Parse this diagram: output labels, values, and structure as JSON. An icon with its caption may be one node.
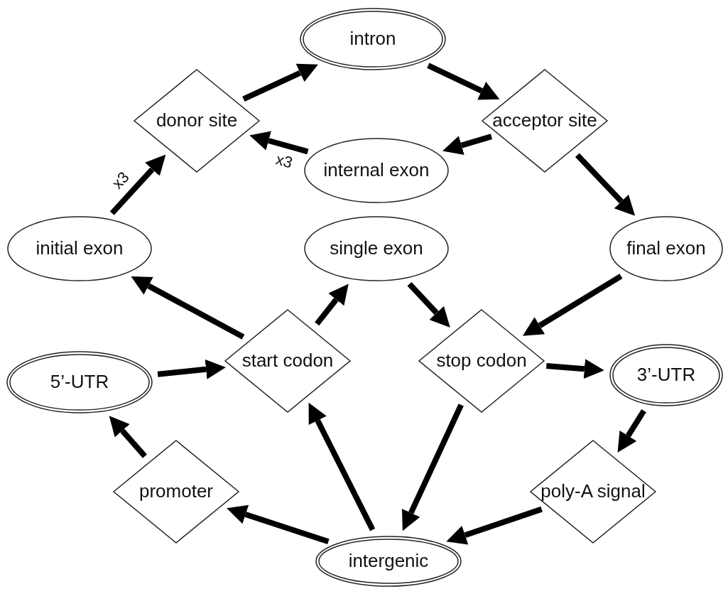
{
  "diagram": {
    "nodes": [
      {
        "text": [
          "intron"
        ]
      },
      {
        "text": [
          "donor site"
        ]
      },
      {
        "text": [
          "acceptor site"
        ]
      },
      {
        "text": [
          "internal exon"
        ]
      },
      {
        "text": [
          "initial exon"
        ]
      },
      {
        "text": [
          "single exon"
        ]
      },
      {
        "text": [
          "final exon"
        ]
      },
      {
        "text": [
          "start codon"
        ]
      },
      {
        "text": [
          "stop codon"
        ]
      },
      {
        "text": [
          "5’-UTR"
        ]
      },
      {
        "text": [
          "3’-UTR"
        ]
      },
      {
        "text": [
          "promoter"
        ]
      },
      {
        "text": [
          "poly-A signal"
        ]
      },
      {
        "text": [
          "intergenic"
        ]
      }
    ],
    "edges": [
      {
        "from": 1,
        "to": 0,
        "arrow": "to"
      },
      {
        "from": 0,
        "to": 2,
        "arrow": "to"
      },
      {
        "from": 2,
        "to": 3,
        "arrow": "to"
      },
      {
        "from": 2,
        "to": 6,
        "arrow": "to"
      },
      {
        "from": 3,
        "to": 1,
        "arrow": "to",
        "label": "x3"
      },
      {
        "from": 4,
        "to": 1,
        "arrow": "to",
        "label": "x3"
      },
      {
        "from": 7,
        "to": 4,
        "arrow": "to"
      },
      {
        "from": 7,
        "to": 5,
        "arrow": "to"
      },
      {
        "from": 5,
        "to": 8,
        "arrow": "to"
      },
      {
        "from": 6,
        "to": 8,
        "arrow": "to"
      },
      {
        "from": 9,
        "to": 7,
        "arrow": "to"
      },
      {
        "from": 8,
        "to": 10,
        "arrow": "to"
      },
      {
        "from": 10,
        "to": 12,
        "arrow": "to"
      },
      {
        "from": 8,
        "to": 13,
        "arrow": "to"
      },
      {
        "from": 12,
        "to": 13,
        "arrow": "to"
      },
      {
        "from": 13,
        "to": 11,
        "arrow": "to"
      },
      {
        "from": 13,
        "to": 7,
        "arrow": "to"
      },
      {
        "from": 11,
        "to": 9,
        "arrow": "to"
      }
    ]
  }
}
